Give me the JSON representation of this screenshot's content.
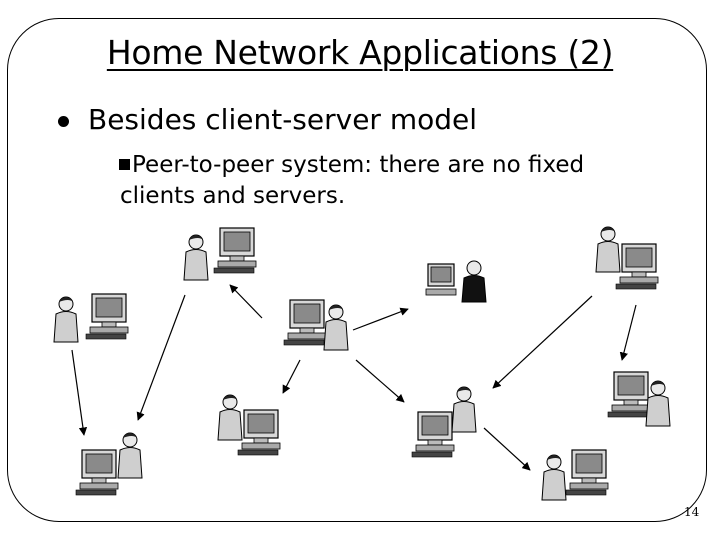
{
  "slide": {
    "title": "Home Network Applications (2)",
    "bullet1": "Besides client-server model",
    "bullet2_line1": "Peer-to-peer system: there are no fixed",
    "bullet2_line2": "clients and servers.",
    "page_number": "14"
  },
  "diagram": {
    "node_icon": "person-at-computer-icon",
    "arrow_icon": "arrow-icon"
  }
}
